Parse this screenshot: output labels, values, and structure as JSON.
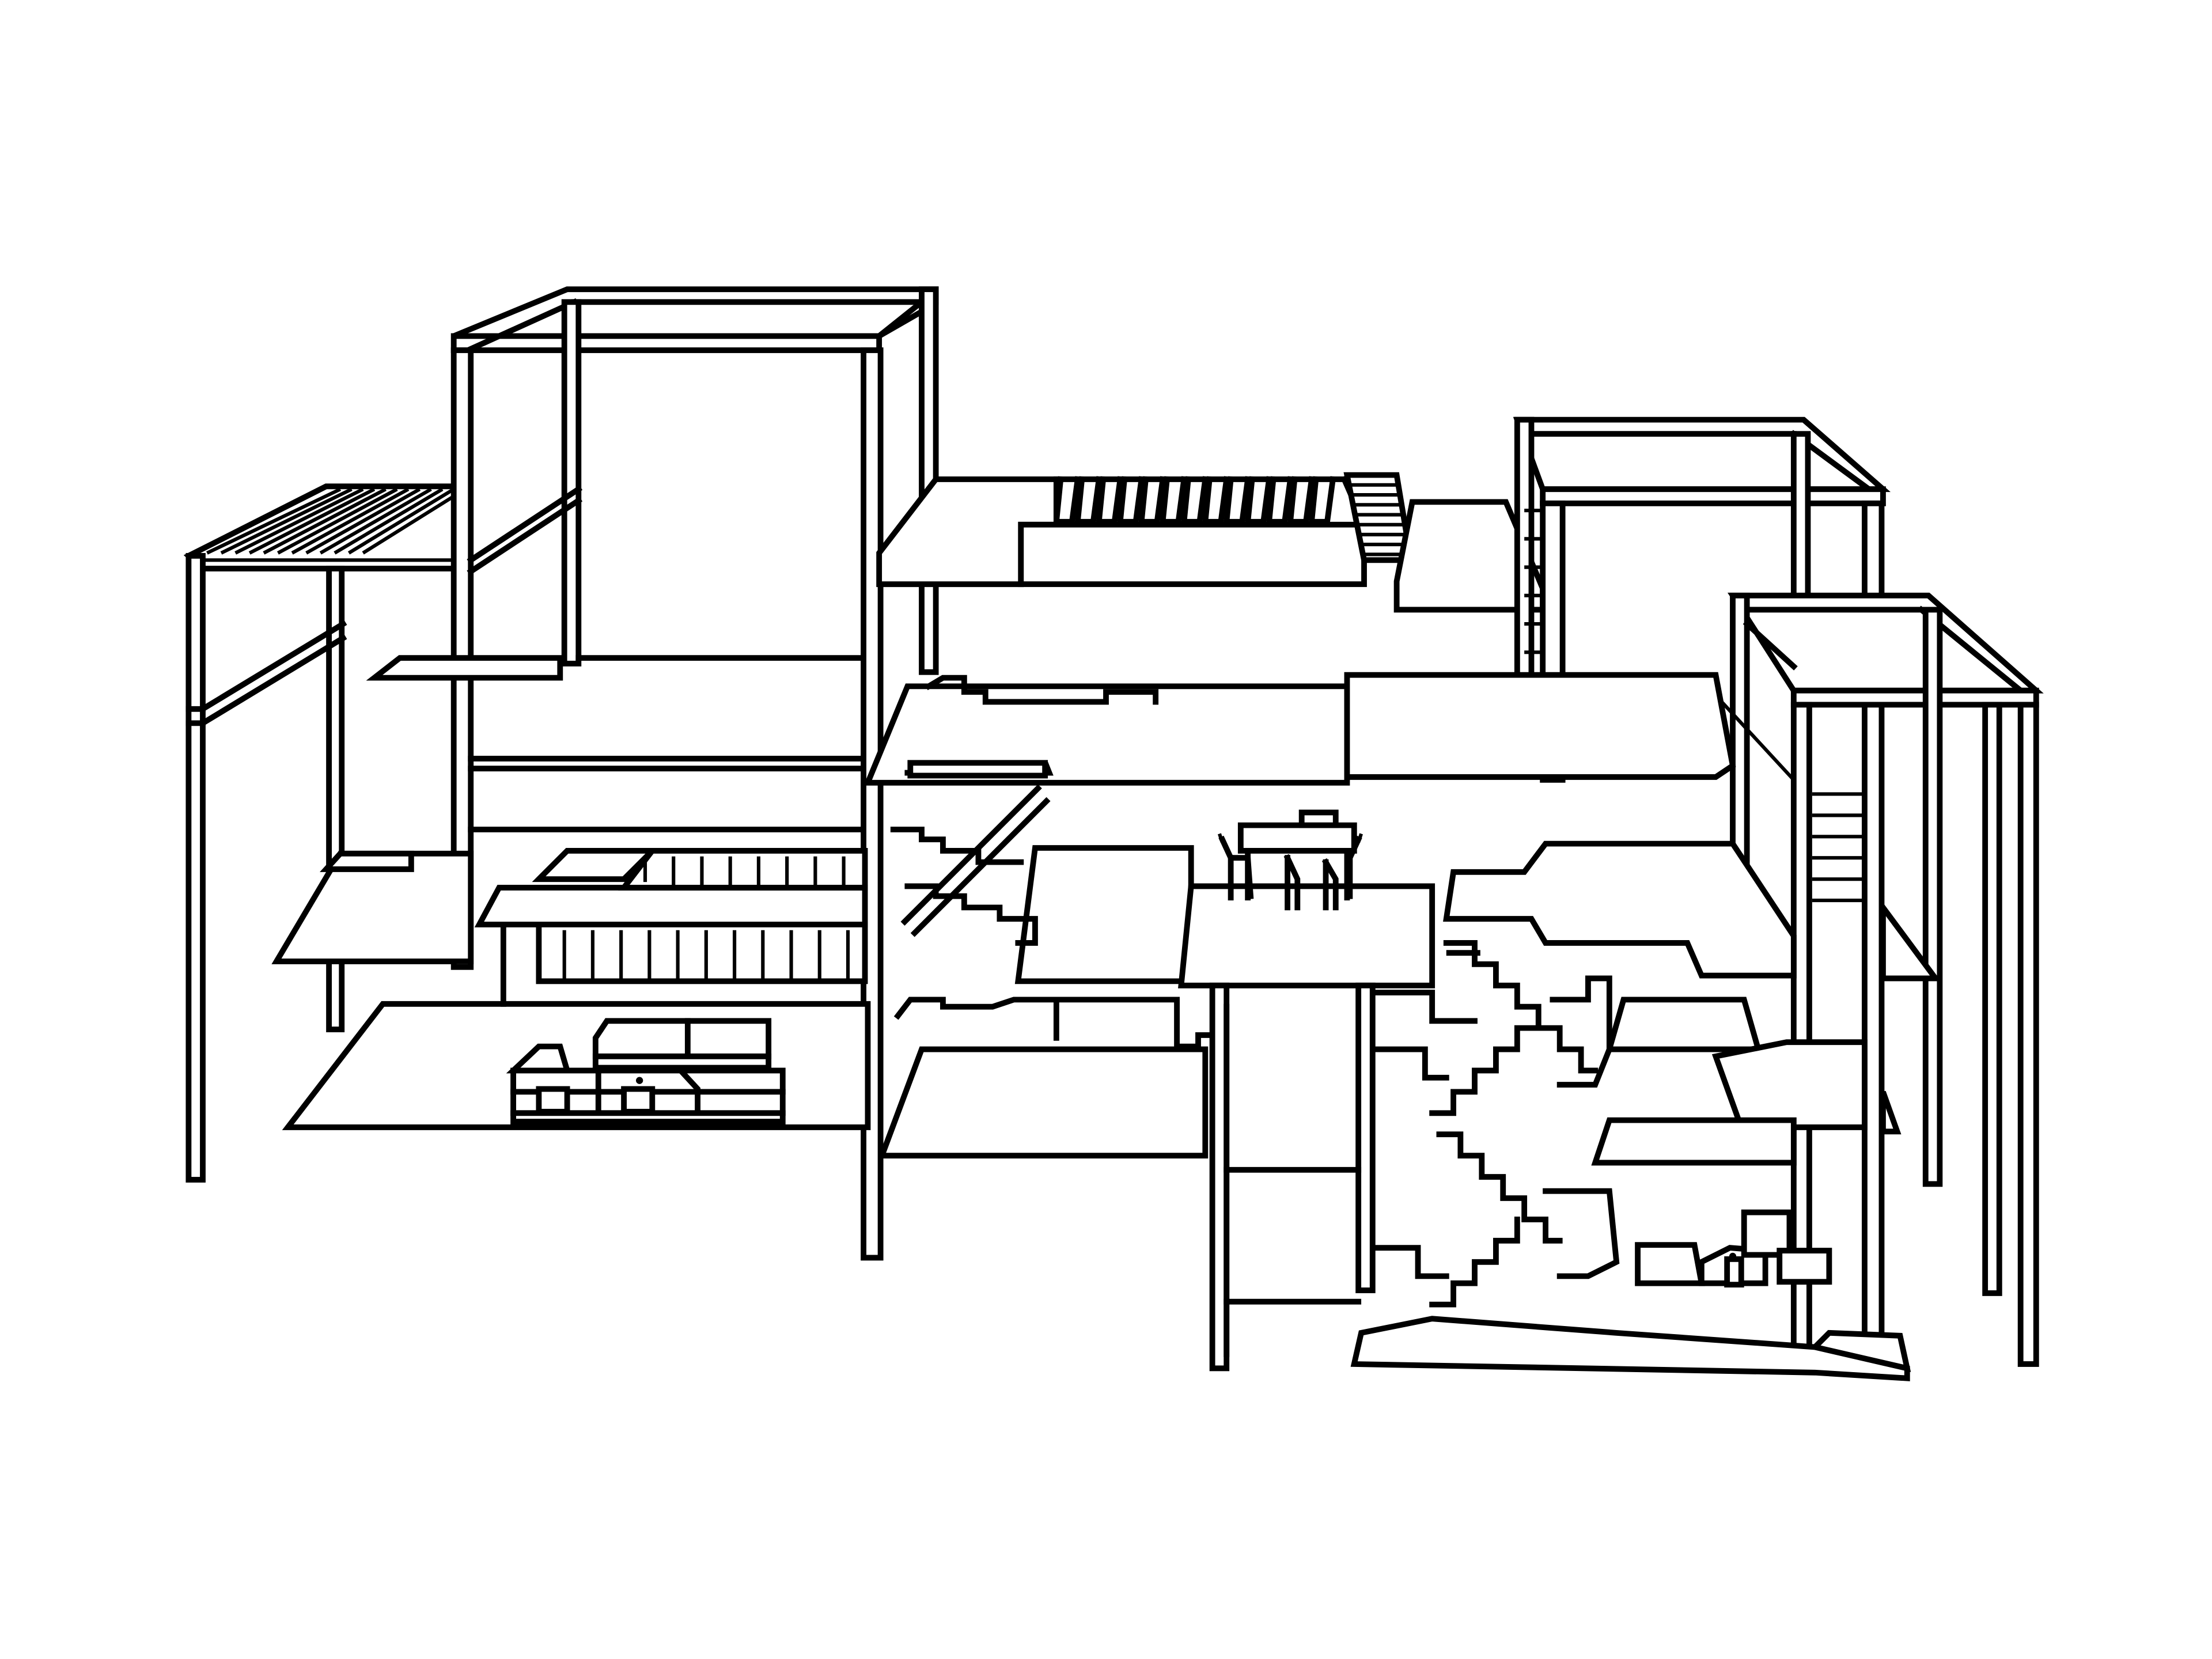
{
  "diagram": {
    "kind": "axonometric-line-drawing",
    "line_color": "#000000",
    "background_color": "#ffffff",
    "components": [
      "left-pergola-frame",
      "tall-left-frame",
      "roof-louvers",
      "right-upper-frame",
      "far-right-frame",
      "floor-slabs",
      "stair-flights",
      "dining-set",
      "sofa-ground-floor",
      "sofa-lower-right",
      "glazed-courtyard"
    ]
  }
}
